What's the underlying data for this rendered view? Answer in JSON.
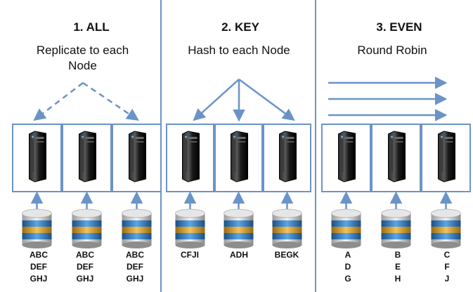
{
  "sections": [
    {
      "title": "1. ALL",
      "subtitle": "Replicate to each Node",
      "nodes": [
        {
          "data": "ABC\nDEF\nGHJ"
        },
        {
          "data": "ABC\nDEF\nGHJ"
        },
        {
          "data": "ABC\nDEF\nGHJ"
        }
      ]
    },
    {
      "title": "2. KEY",
      "subtitle": "Hash to each Node",
      "nodes": [
        {
          "data": "CFJI"
        },
        {
          "data": "ADH"
        },
        {
          "data": "BEGK"
        }
      ]
    },
    {
      "title": "3. EVEN",
      "subtitle": "Round Robin",
      "nodes": [
        {
          "data": "A\nD\nG"
        },
        {
          "data": "B\nE\nH"
        },
        {
          "data": "C\nF\nJ"
        }
      ]
    }
  ],
  "colors": {
    "line": "#6b93c8",
    "box_border": "#6b93c8",
    "server_dark": "#111111",
    "server_light": "#4a4a4a",
    "led": "#4fb4ff",
    "db_rim": "#c9c9c9",
    "db_blue": "#2e7bc2",
    "db_gold": "#d9a62e"
  },
  "icons": {
    "server": "server-tower-icon",
    "database": "database-cylinder-icon"
  }
}
